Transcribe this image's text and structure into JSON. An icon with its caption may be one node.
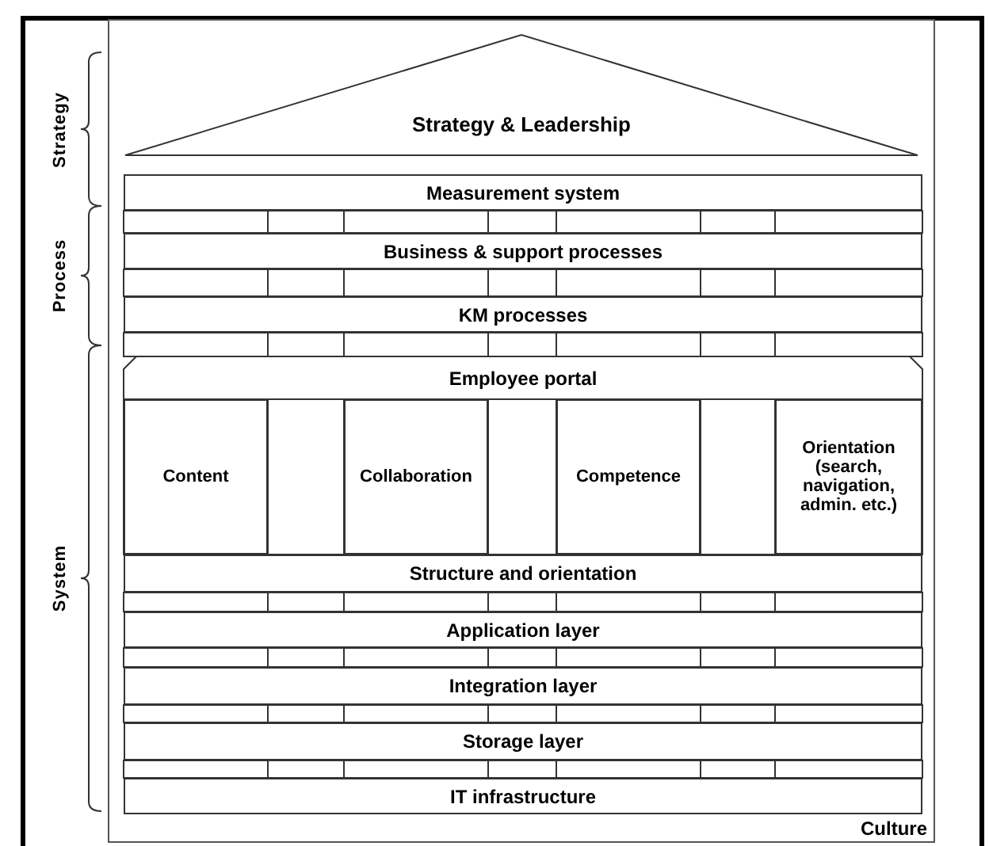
{
  "diagram": {
    "nodes": [
      {
        "text": [
          "Culture"
        ]
      },
      {
        "text": [
          "Strategy & Leadership"
        ],
        "in": 0
      },
      {
        "text": [
          "Measurement system"
        ],
        "in": 0
      },
      {
        "text": [
          "Business & support processes"
        ],
        "in": 0
      },
      {
        "text": [
          "KM processes"
        ],
        "in": 0
      },
      {
        "text": [
          "Employee portal"
        ],
        "in": 0
      },
      {
        "text": [
          "Content"
        ],
        "in": 0
      },
      {
        "text": [
          "Collaboration"
        ],
        "in": 0
      },
      {
        "text": [
          "Competence"
        ],
        "in": 0
      },
      {
        "text": [
          "Orientation (search, navigation, admin. etc.)"
        ],
        "in": 0
      },
      {
        "text": [
          "Structure and orientation"
        ],
        "in": 0
      },
      {
        "text": [
          "Application layer"
        ],
        "in": 0
      },
      {
        "text": [
          "Integration layer"
        ],
        "in": 0
      },
      {
        "text": [
          "Storage layer"
        ],
        "in": 0
      },
      {
        "text": [
          "IT infrastructure"
        ],
        "in": 0
      }
    ],
    "edges": [],
    "labels": [
      "Strategy",
      "Process",
      "System"
    ]
  }
}
